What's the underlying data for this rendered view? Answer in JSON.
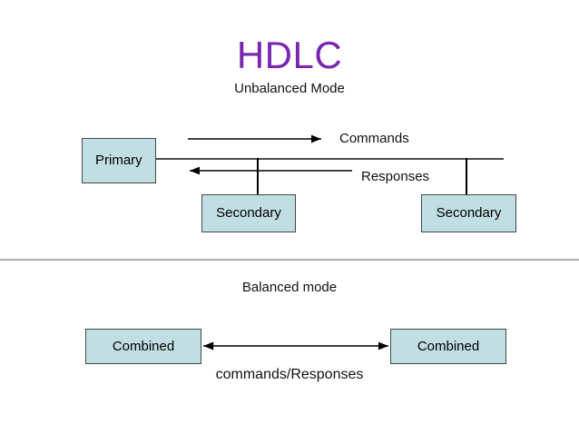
{
  "slide": {
    "title": "HDLC",
    "title_color": "#7b26b0",
    "background": "#ffffff",
    "box_fill": "#c1dee2",
    "box_border": "#3f4a4d",
    "line_color": "#000000"
  },
  "unbalanced": {
    "mode_label": "Unbalanced Mode",
    "nodes": [
      {
        "label": "Primary"
      },
      {
        "label": "Secondary"
      },
      {
        "label": "Secondary"
      }
    ],
    "arrow_labels": {
      "commands": "Commands",
      "responses": "Responses"
    }
  },
  "balanced": {
    "mode_label": "Balanced mode",
    "nodes": [
      {
        "label": "Combined"
      },
      {
        "label": "Combined"
      }
    ],
    "arrow_label": "commands/Responses"
  }
}
